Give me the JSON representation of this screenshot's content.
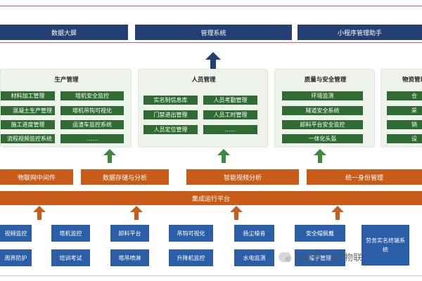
{
  "top_bar": [
    "数据大屏",
    "管理系统",
    "小程序管理助手"
  ],
  "panels": [
    {
      "title": "生产管理",
      "items": [
        "材料加工管理",
        "塔机安全监控",
        "混凝土生产管理",
        "塔机吊钩可视化",
        "施工进度管理",
        "运渣车监控系统",
        "流程视频监控系统",
        "……"
      ]
    },
    {
      "title": "人员管理",
      "items": [
        "实名制信息库",
        "人员考勤管理",
        "门禁进出管理",
        "人员工时管理",
        "人员定位管理",
        "……"
      ]
    },
    {
      "title": "质量与安全管理",
      "items": [
        "环境监测",
        "隧道安全系统",
        "卸料平台安全监控",
        "一体化头盔"
      ]
    },
    {
      "title": "物资管理",
      "items": [
        "仓",
        "采",
        "销",
        "设"
      ]
    }
  ],
  "middle_bar": [
    "物联网中间件",
    "数据存储与分析",
    "智能视频分析",
    "统一身份管理"
  ],
  "platform": "集成运行平台",
  "bottom_row1": [
    "视频监控",
    "塔机监控",
    "卸料平台",
    "吊钩可视化",
    "扬尘噪音",
    "安全帽佩戴"
  ],
  "bottom_row2": [
    "周界防护",
    "培训考试",
    "塔吊喷淋",
    "升降机监控",
    "水电监测",
    "帽子管理"
  ],
  "bottom_tall": "劳务实名终端系统",
  "watermark": "公众号 · IoT物联"
}
